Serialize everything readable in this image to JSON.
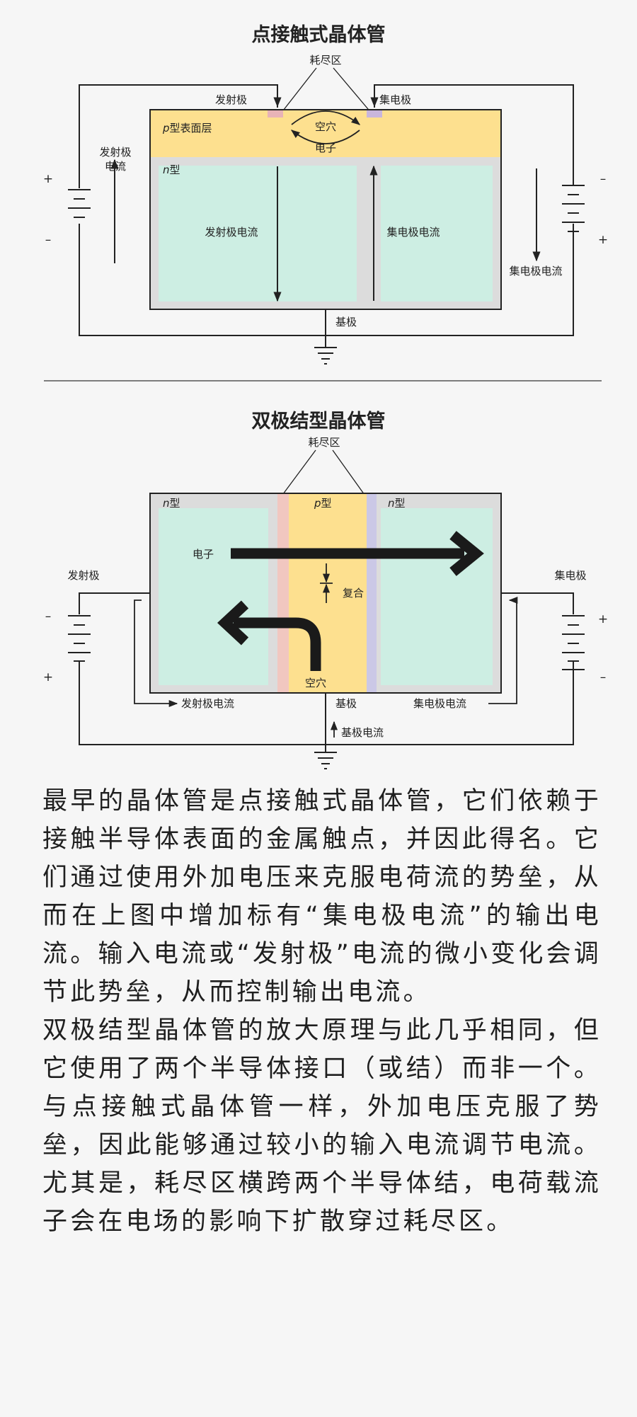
{
  "point_contact": {
    "title": "点接触式晶体管",
    "depletion": "耗尽区",
    "emitter": "发射极",
    "collector": "集电极",
    "p_layer": "型表面层",
    "p_letter": "p",
    "n_letter": "n",
    "n_suffix": "型",
    "hole": "空穴",
    "electron": "电子",
    "emitter_current_left_1": "发射极",
    "emitter_current_left_2": "电流",
    "emitter_current": "发射极电流",
    "collector_current": "集电极电流",
    "collector_current_right": "集电极电流",
    "base": "基极",
    "plus": "+",
    "minus": "–"
  },
  "bipolar": {
    "title": "双极结型晶体管",
    "depletion": "耗尽区",
    "n_letter": "n",
    "p_letter": "p",
    "type_suffix": "型",
    "electron": "电子",
    "recombine": "复合",
    "hole": "空穴",
    "emitter": "发射极",
    "collector": "集电极",
    "emitter_current": "发射极电流",
    "base": "基极",
    "collector_current": "集电极电流",
    "base_current": "基极电流",
    "plus": "+",
    "minus": "–"
  },
  "colors": {
    "n_region": "#cdeee3",
    "p_region": "#fde08f",
    "depletion_gray": "#dcdcdc",
    "depletion_pink": "#f1c7c0",
    "depletion_purple": "#cbc8e6"
  },
  "article": {
    "paragraph1": "最早的晶体管是点接触式晶体管，它们依赖于接触半导体表面的金属触点，并因此得名。它们通过使用外加电压来克服电荷流的势垒，从而在上图中增加标有“集电极电流”的输出电流。输入电流或“发射极”电流的微小变化会调节此势垒，从而控制输出电流。",
    "paragraph2": "双极结型晶体管的放大原理与此几乎相同，但它使用了两个半导体接口（或结）而非一个。与点接触式晶体管一样，外加电压克服了势垒，因此能够通过较小的输入电流调节电流。尤其是，耗尽区横跨两个半导体结，电荷载流子会在电场的影响下扩散穿过耗尽区。"
  }
}
